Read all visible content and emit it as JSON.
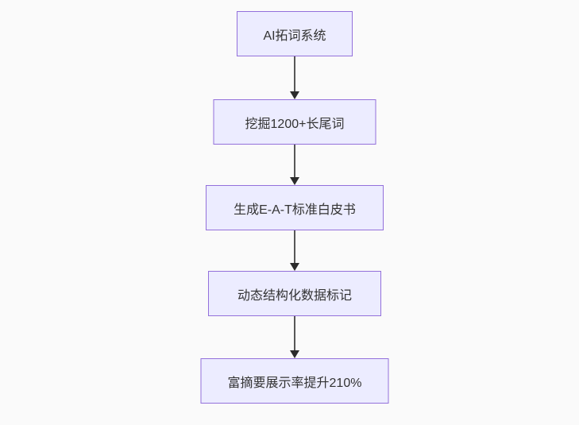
{
  "diagram": {
    "type": "flowchart-vertical",
    "direction": "top-down",
    "nodes": [
      {
        "id": "node-1",
        "label": "AI拓词系统"
      },
      {
        "id": "node-2",
        "label": "挖掘1200+长尾词"
      },
      {
        "id": "node-3",
        "label": "生成E-A-T标准白皮书"
      },
      {
        "id": "node-4",
        "label": "动态结构化数据标记"
      },
      {
        "id": "node-5",
        "label": "富摘要展示率提升210%"
      }
    ],
    "edges": [
      {
        "from": "node-1",
        "to": "node-2",
        "style": "arrow"
      },
      {
        "from": "node-2",
        "to": "node-3",
        "style": "arrow"
      },
      {
        "from": "node-3",
        "to": "node-4",
        "style": "arrow"
      },
      {
        "from": "node-4",
        "to": "node-5",
        "style": "arrow"
      }
    ],
    "colors": {
      "node_fill": "#ECECFF",
      "node_border": "#9370DB",
      "node_text": "#333333",
      "edge_line": "#575757",
      "arrowhead": "#2b2b2b",
      "page_background": "#fafafa"
    }
  }
}
